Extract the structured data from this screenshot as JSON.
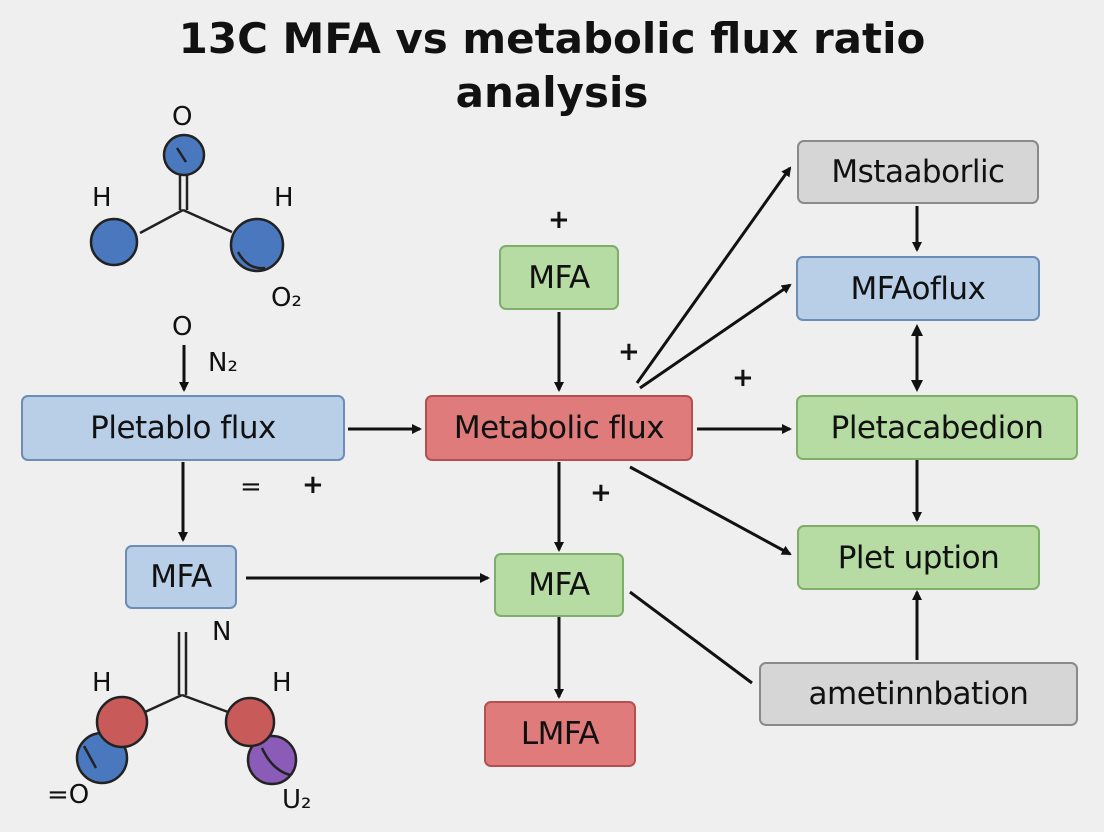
{
  "title": {
    "line1": "13C MFA vs metabolic flux ratio",
    "line2": "analysis"
  },
  "nodes": {
    "pletablo": "Pletablo flux",
    "mfa_left": "MFA",
    "mfa_top": "MFA",
    "metabolic": "Metabolic flux",
    "mfa_mid": "MFA",
    "lmfa": "LMFA",
    "mstaaborlic": "Mstaaborlic",
    "mfaoflux": "MFAoflux",
    "pletacabedion": "Pletacabedion",
    "plet_uption": "Plet uption",
    "ametinnbation": "ametinnbation"
  },
  "colors": {
    "blue_box": "#b9cfe8",
    "red_box": "#df7b7b",
    "green_box": "#b6dca3",
    "gray_box": "#d6d6d6",
    "atom_blue": "#4a78bf",
    "atom_red": "#c95a5a",
    "atom_purple": "#8a5cb8"
  },
  "labels": {
    "mol1_O": "O",
    "mol1_H_left": "H",
    "mol1_H_right": "H",
    "mol1_O2": "O₂",
    "arrow_O": "O",
    "arrow_N2": "N₂",
    "eq": "=",
    "plus": "+",
    "mol2_N": "N",
    "mol2_H_left": "H",
    "mol2_H_right": "H",
    "mol2_eqO": "=O",
    "mol2_U2": "U₂"
  }
}
